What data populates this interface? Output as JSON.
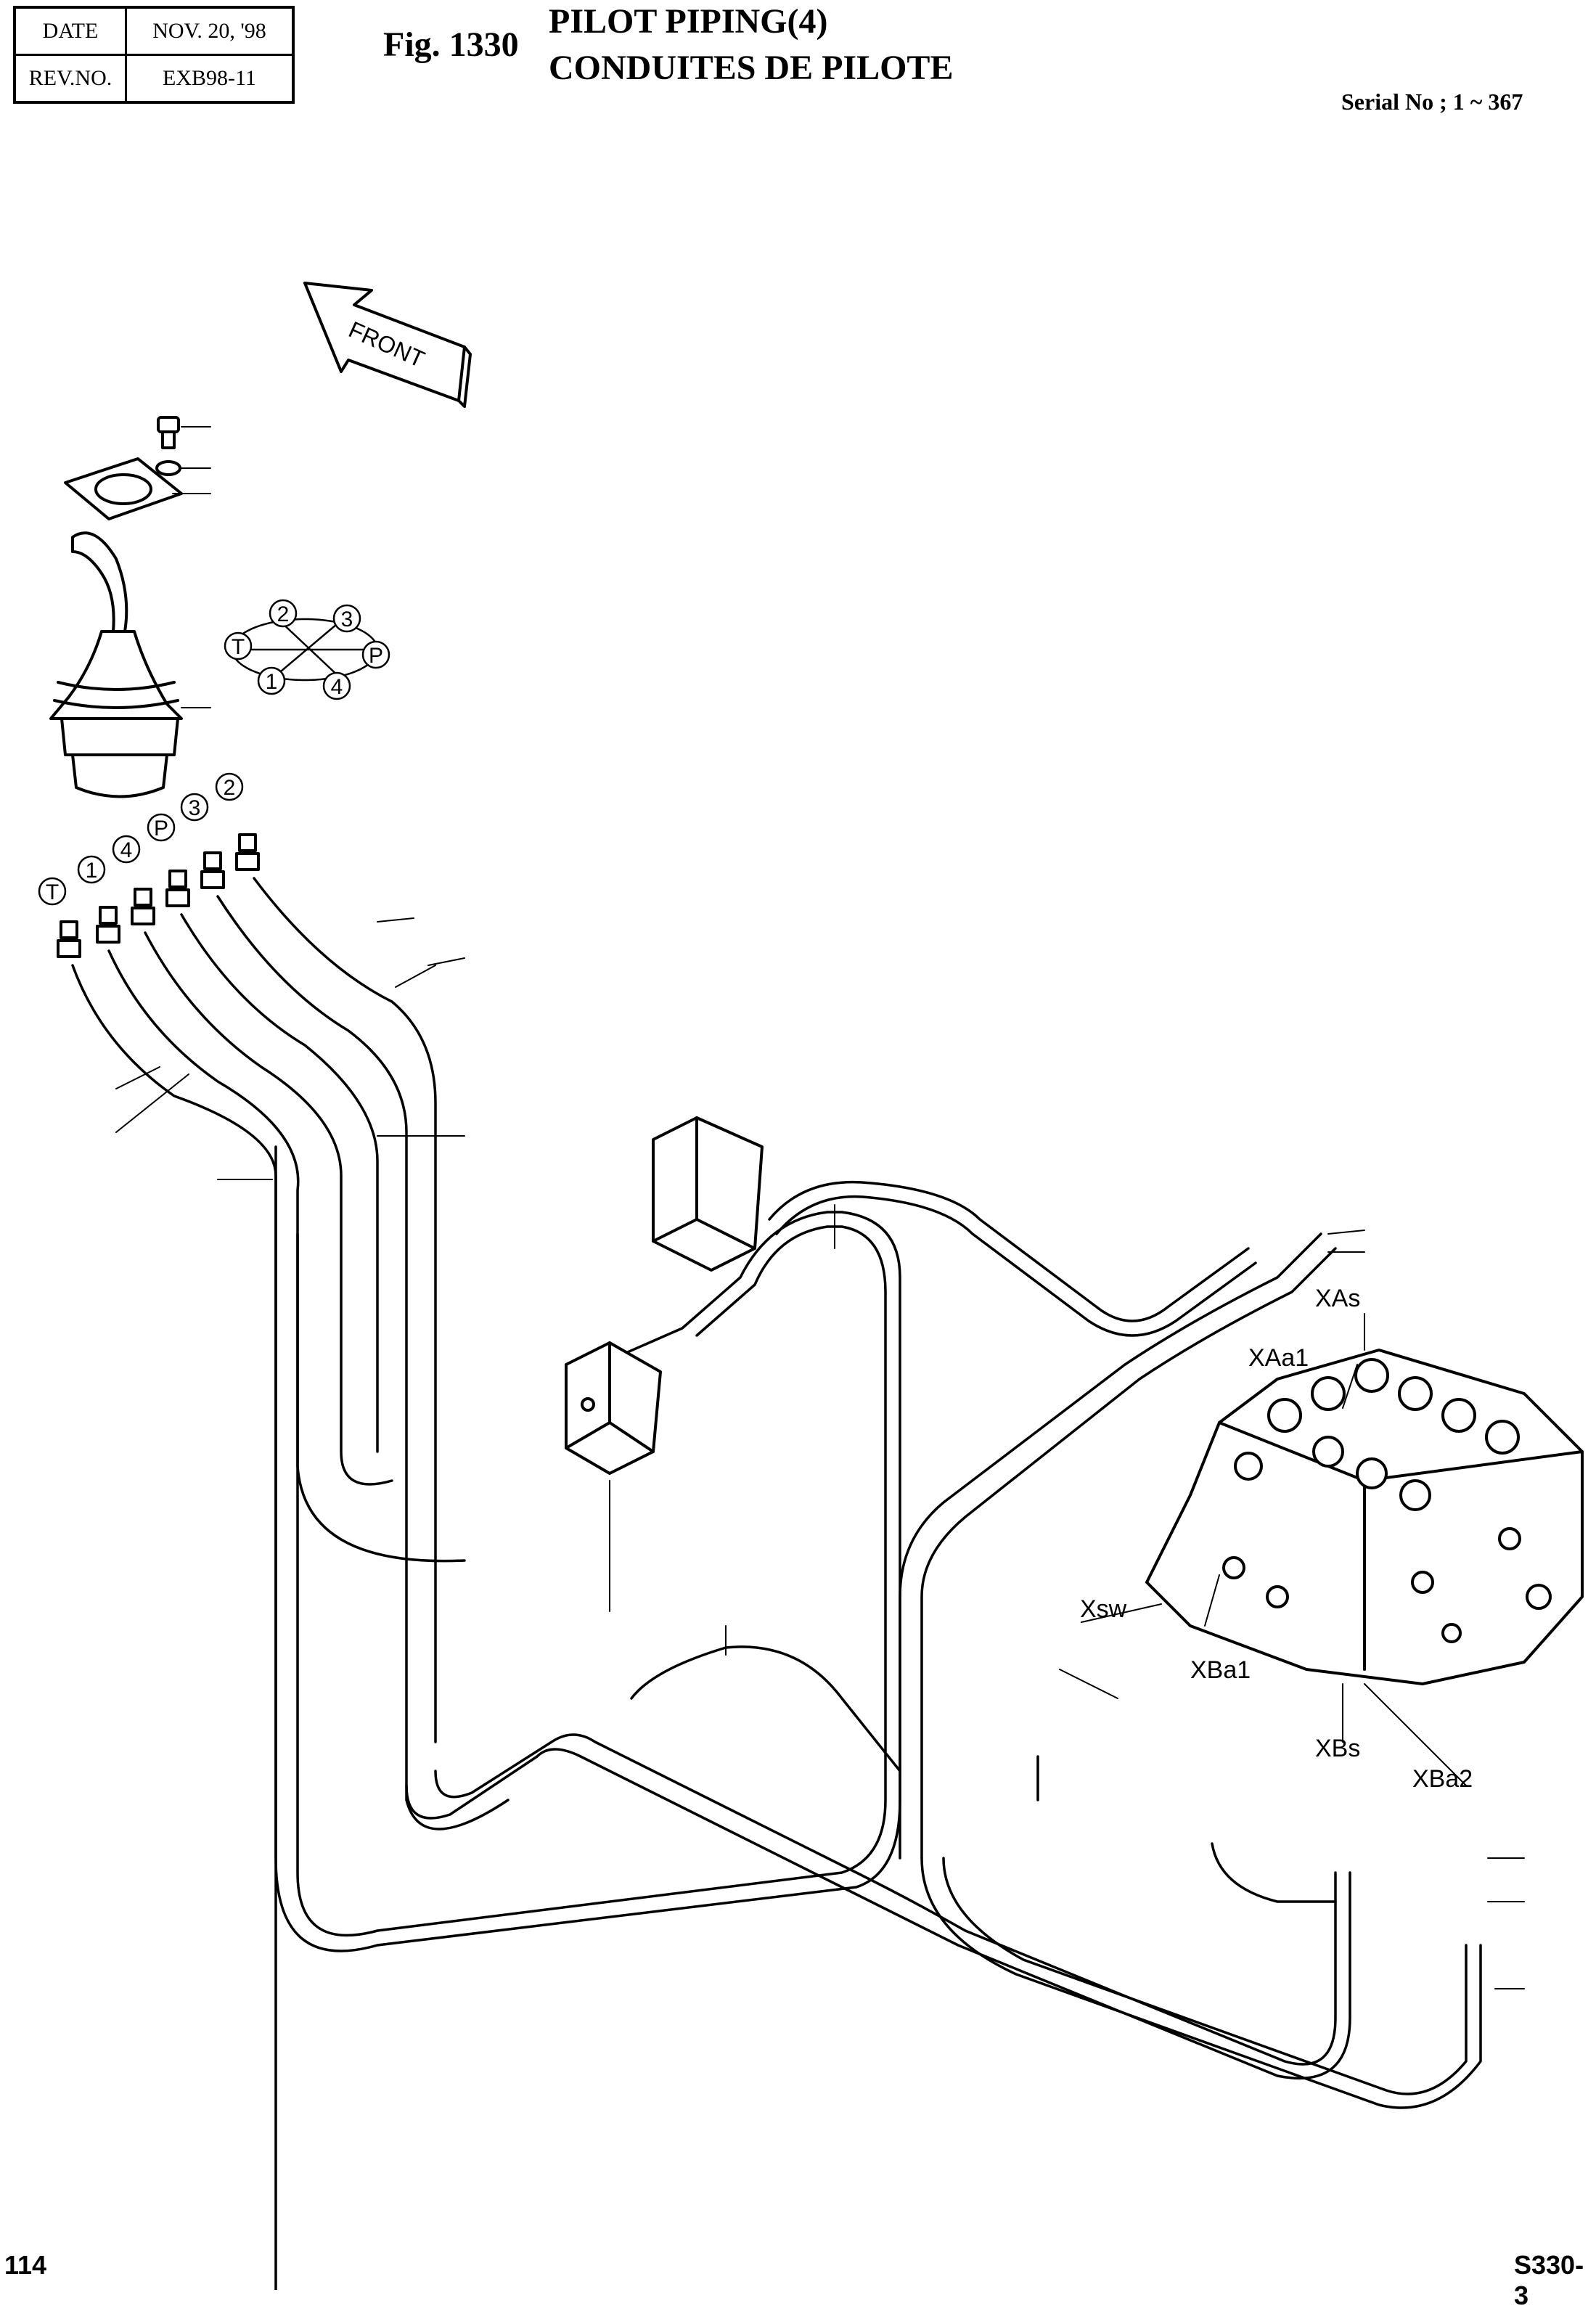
{
  "header": {
    "date_label": "DATE",
    "date_value": "NOV. 20, '98",
    "rev_label": "REV.NO.",
    "rev_value": "EXB98-11",
    "fig_number": "Fig. 1330",
    "title_en": "PILOT PIPING(4)",
    "title_fr": "CONDUITES DE PILOTE",
    "serial": "Serial No ; 1 ~ 367"
  },
  "diagram": {
    "front_label": "FRONT",
    "port_labels_top": [
      "2",
      "3",
      "T",
      "P",
      "1",
      "4"
    ],
    "port_labels_row": [
      "T",
      "1",
      "4",
      "P",
      "3",
      "2"
    ],
    "valve_ports": [
      "XAs",
      "XAa1",
      "Xsw",
      "XBa1",
      "XBs",
      "XBa2"
    ]
  },
  "footer": {
    "page": "114",
    "model": "S330-3"
  }
}
